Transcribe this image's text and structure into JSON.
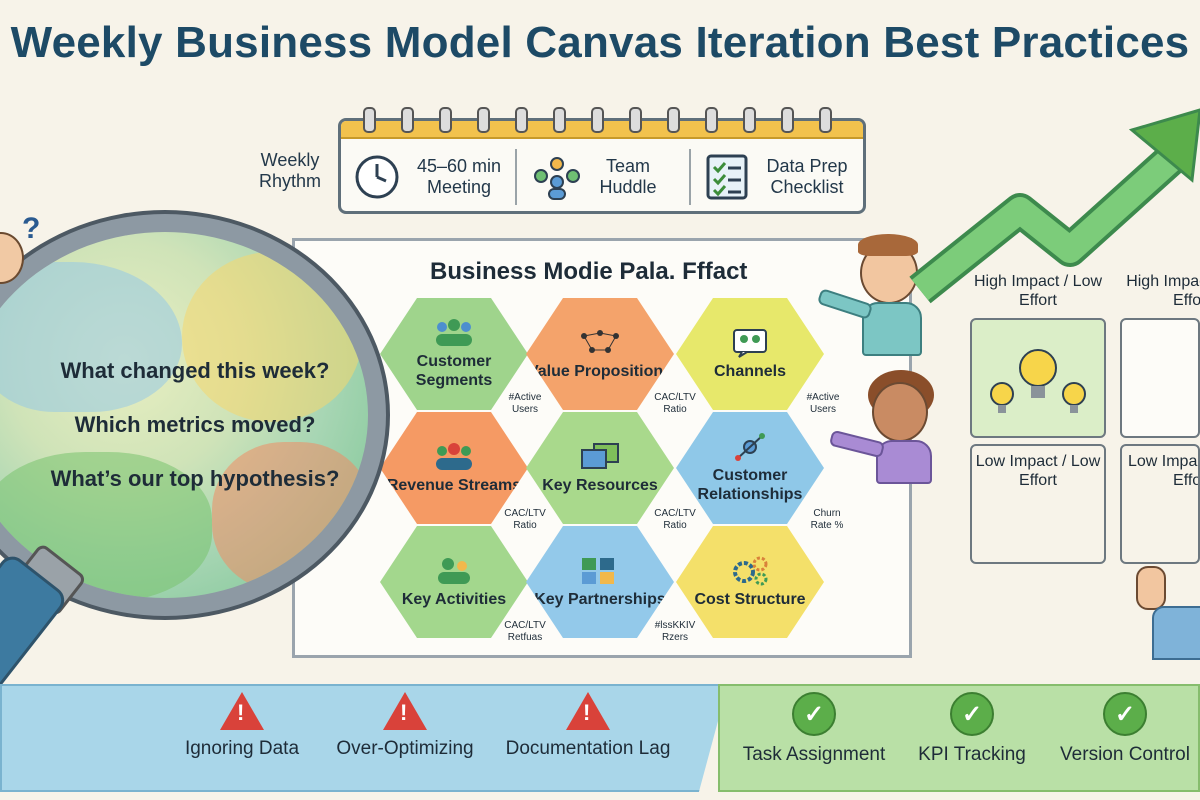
{
  "title": "Weekly Business Model Canvas Iteration Best Practices",
  "rhythm": {
    "label": "Weekly Rhythm",
    "items": [
      {
        "text": "45–60 min Meeting",
        "icon": "clock-icon"
      },
      {
        "text": "Team Huddle",
        "icon": "team-icon"
      },
      {
        "text": "Data Prep Checklist",
        "icon": "checklist-icon"
      }
    ]
  },
  "questions": [
    "What changed this week?",
    "Which metrics moved?",
    "What’s our top hypothesis?"
  ],
  "board": {
    "title": "Business Modie Pala. Fffact",
    "blocks": [
      {
        "label": "Customer Segments",
        "icon": "people-icon",
        "color": "#9fd48c"
      },
      {
        "label": "Value Propositions",
        "icon": "connections-icon",
        "color": "#f4a36b"
      },
      {
        "label": "Channels",
        "icon": "chat-icon",
        "color": "#e7e86b"
      },
      {
        "label": "Revenue Streams",
        "icon": "people-icon",
        "color": "#f59a64"
      },
      {
        "label": "Key Resources",
        "icon": "screens-icon",
        "color": "#a9d98c"
      },
      {
        "label": "Customer Relationships",
        "icon": "satellite-icon",
        "color": "#8fc8e8"
      },
      {
        "label": "Key Activities",
        "icon": "people-icon",
        "color": "#a3d78d"
      },
      {
        "label": "Key Partnerships",
        "icon": "puzzle-icon",
        "color": "#93c9ea"
      },
      {
        "label": "Cost Structure",
        "icon": "gears-icon",
        "color": "#f4e06a"
      }
    ],
    "metrics": [
      "#Active Users",
      "CAC/LTV Ratio",
      "#Active Users",
      "CAC/LTV Ratio",
      "CAC/LTV Ratio",
      "Churn Rate %",
      "CAC/LTV Retfuas",
      "#lssKKIV Rzers"
    ]
  },
  "matrix": {
    "quadrants": [
      {
        "label": "High Impact / Low Effort"
      },
      {
        "label": "High Impact / High Effort"
      },
      {
        "label": "Low Impact / Low Effort"
      },
      {
        "label": "Low Impact / High Effort"
      }
    ]
  },
  "pitfalls": [
    "Ignoring Data",
    "Over-Optimizing",
    "Documentation Lag"
  ],
  "practices": [
    "Task Assignment",
    "KPI Tracking",
    "Version Control"
  ],
  "colors": {
    "title": "#1d4a66",
    "pitfall_bar": "#a9d6e9",
    "practice_bar": "#b9e0a6",
    "warning": "#d9423a",
    "check": "#5cae4a",
    "arrow": "#6cc06a"
  }
}
